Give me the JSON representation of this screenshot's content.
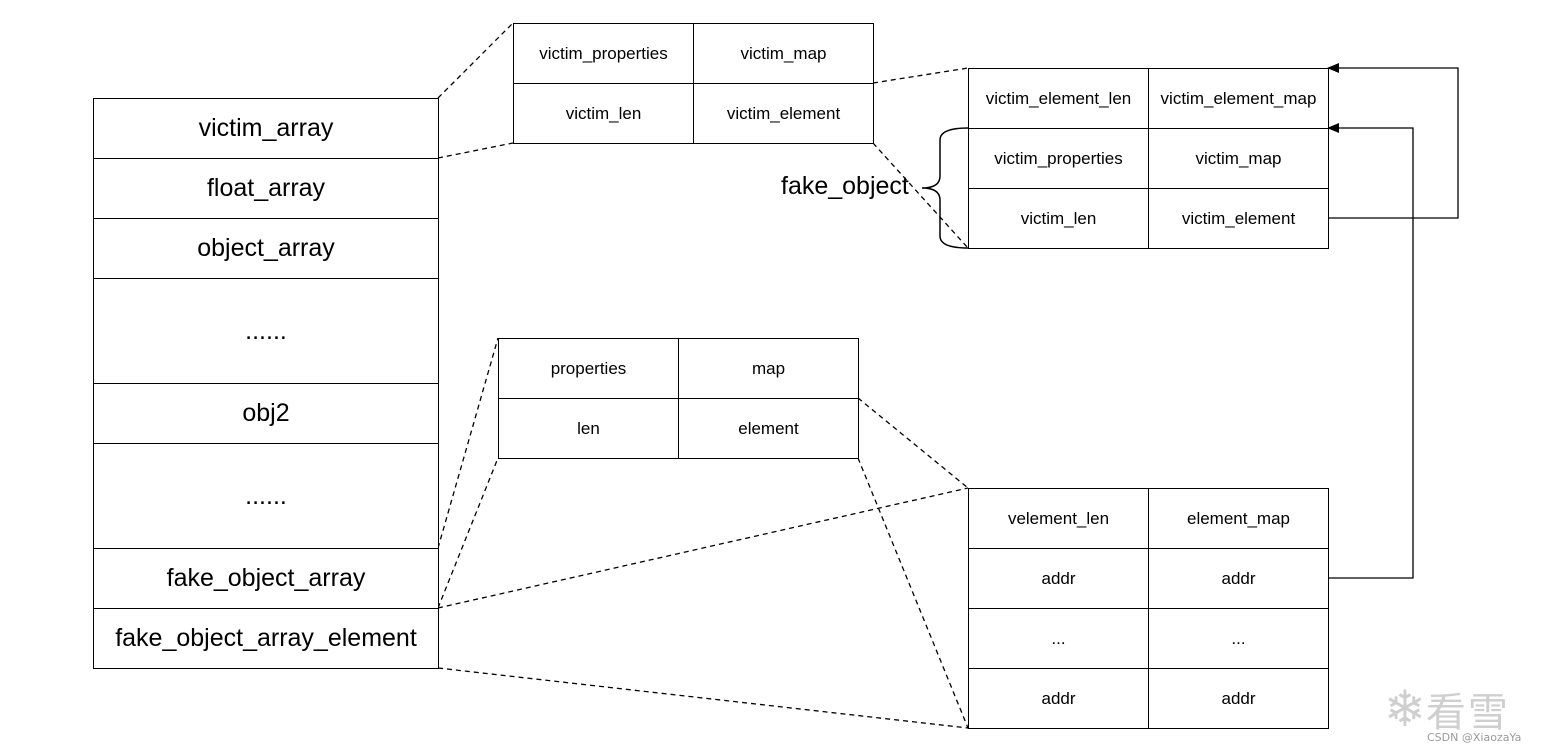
{
  "main_array": {
    "rows": [
      "victim_array",
      "float_array",
      "object_array",
      "......",
      "obj2",
      "......",
      "fake_object_array",
      "fake_object_array_element"
    ]
  },
  "victim_struct": {
    "cells": [
      "victim_properties",
      "victim_map",
      "victim_len",
      "victim_element"
    ]
  },
  "fake_struct": {
    "cells": [
      "victim_element_len",
      "victim_element_map",
      "victim_properties",
      "victim_map",
      "victim_len",
      "victim_element"
    ],
    "brace_label": "fake_object"
  },
  "object_struct": {
    "cells": [
      "properties",
      "map",
      "len",
      "element"
    ]
  },
  "element_struct": {
    "cells": [
      "velement_len",
      "element_map",
      "addr",
      "addr",
      "...",
      "...",
      "addr",
      "addr"
    ]
  },
  "watermark": {
    "icon": "snowflake-icon",
    "text": "看雪",
    "credit": "CSDN @XiaozaYa"
  }
}
